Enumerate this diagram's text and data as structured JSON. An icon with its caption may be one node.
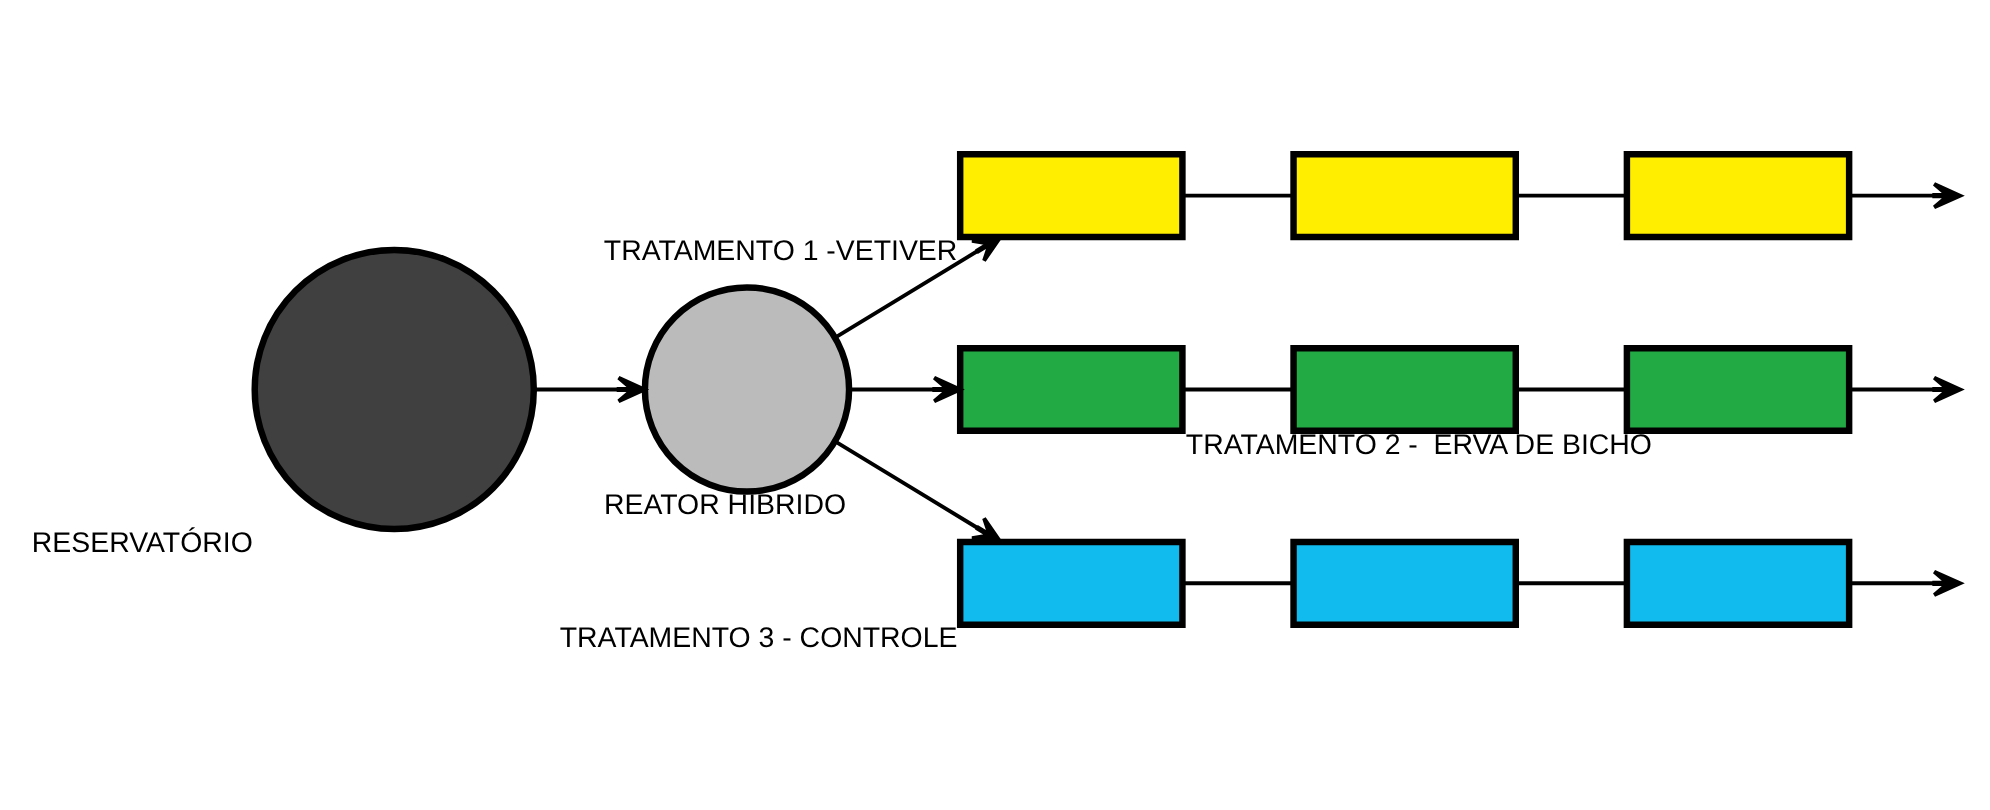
{
  "diagram": {
    "nodes": [
      {
        "text": [
          "RESERVATÓRIO"
        ]
      },
      {
        "text": [
          "REATOR HÍBRIDO"
        ]
      },
      {
        "text": [],
        "shape": "box",
        "beside": [
          "TRATAMENTO 1 -VETIVER"
        ]
      },
      {
        "text": [],
        "shape": "box"
      },
      {
        "text": [],
        "shape": "box"
      },
      {
        "text": [],
        "shape": "box",
        "beside": [
          "TRATAMENTO 2 -  ERVA DE BICHO"
        ]
      },
      {
        "text": [],
        "shape": "box"
      },
      {
        "text": [],
        "shape": "box"
      },
      {
        "text": [],
        "shape": "box",
        "beside": [
          "TRATAMENTO 3 - CONTROLE"
        ]
      },
      {
        "text": [],
        "shape": "box"
      },
      {
        "text": [],
        "shape": "box"
      }
    ],
    "edges": [
      {
        "from": 0,
        "to": 1,
        "arrow": "to"
      },
      {
        "from": 1,
        "to": 2,
        "arrow": "to"
      },
      {
        "from": 1,
        "to": 5,
        "arrow": "to"
      },
      {
        "from": 1,
        "to": 8,
        "arrow": "to"
      },
      {
        "from": 2,
        "to": 3,
        "arrow": "none"
      },
      {
        "from": 3,
        "to": 4,
        "arrow": "none"
      },
      {
        "from": 4,
        "to": null,
        "arrow": "to"
      },
      {
        "from": 5,
        "to": 6,
        "arrow": "none"
      },
      {
        "from": 6,
        "to": 7,
        "arrow": "none"
      },
      {
        "from": 7,
        "to": null,
        "arrow": "to"
      },
      {
        "from": 8,
        "to": 9,
        "arrow": "none"
      },
      {
        "from": 9,
        "to": 10,
        "arrow": "none"
      },
      {
        "from": 10,
        "to": null,
        "arrow": "to"
      }
    ]
  }
}
